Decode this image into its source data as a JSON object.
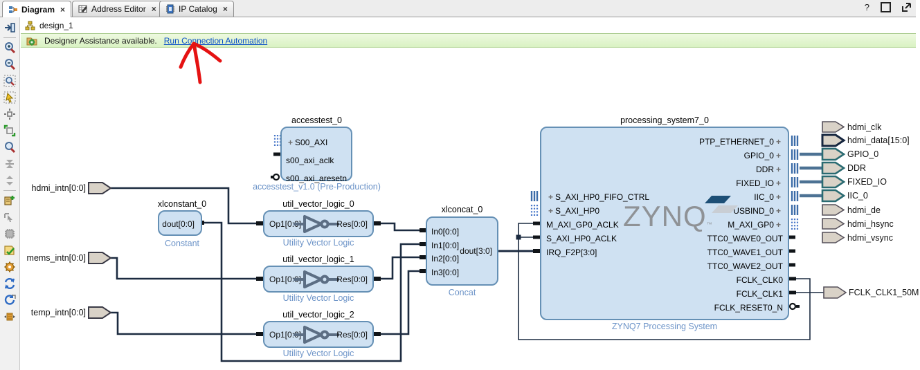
{
  "tabs": [
    {
      "label": "Diagram",
      "close": "×"
    },
    {
      "label": "Address Editor",
      "close": "×"
    },
    {
      "label": "IP Catalog",
      "close": "×"
    }
  ],
  "titlebar": {
    "help": "?"
  },
  "design": {
    "name": "design_1"
  },
  "banner": {
    "message": "Designer Assistance available.",
    "link_label": "Run Connection Automation"
  },
  "ui": {
    "expand_plus": "+"
  },
  "toolbar": {
    "icons": [
      "dock-pane",
      "zoom-in",
      "zoom-out",
      "zoom-to-selection",
      "select-area",
      "fit-view",
      "auto-fit-selection",
      "find",
      "collapse-hierarchy",
      "expand-hierarchy",
      "add-ip",
      "make-connection",
      "add-module",
      "validate-design",
      "settings",
      "refresh",
      "regenerate-layout",
      "expand-layout"
    ]
  },
  "blocks": {
    "accesstest": {
      "title": "accesstest_0",
      "ports": [
        {
          "label": "S00_AXI",
          "interface": true
        },
        {
          "label": "s00_axi_aclk"
        },
        {
          "label": "s00_axi_aresetn",
          "active_low": true
        }
      ],
      "caption": "accesstest_v1.0 (Pre-Production)"
    },
    "xlconstant": {
      "title": "xlconstant_0",
      "out_port": "dout[0:0]",
      "caption": "Constant"
    },
    "util_vector_logic": [
      {
        "title": "util_vector_logic_0",
        "in_port": "Op1[0:0]",
        "out_port": "Res[0:0]",
        "caption": "Utility Vector Logic"
      },
      {
        "title": "util_vector_logic_1",
        "in_port": "Op1[0:0]",
        "out_port": "Res[0:0]",
        "caption": "Utility Vector Logic"
      },
      {
        "title": "util_vector_logic_2",
        "in_port": "Op1[0:0]",
        "out_port": "Res[0:0]",
        "caption": "Utility Vector Logic"
      }
    ],
    "xlconcat": {
      "title": "xlconcat_0",
      "in_ports": [
        "In0[0:0]",
        "In1[0:0]",
        "In2[0:0]",
        "In3[0:0]"
      ],
      "out_port": "dout[3:0]",
      "caption": "Concat"
    },
    "zynq": {
      "title": "processing_system7_0",
      "logo": "ZYNQ",
      "logo_tm": "™",
      "left_ports": [
        {
          "label": "S_AXI_HP0_FIFO_CTRL",
          "interface": true
        },
        {
          "label": "S_AXI_HP0",
          "interface": true
        },
        {
          "label": "M_AXI_GP0_ACLK"
        },
        {
          "label": "S_AXI_HP0_ACLK"
        },
        {
          "label": "IRQ_F2P[3:0]"
        }
      ],
      "right_ports": [
        {
          "label": "PTP_ETHERNET_0",
          "interface": true
        },
        {
          "label": "GPIO_0",
          "interface": true
        },
        {
          "label": "DDR",
          "interface": true
        },
        {
          "label": "FIXED_IO",
          "interface": true
        },
        {
          "label": "IIC_0",
          "interface": true
        },
        {
          "label": "USBIND_0",
          "interface": true
        },
        {
          "label": "M_AXI_GP0",
          "interface": true
        },
        {
          "label": "TTC0_WAVE0_OUT"
        },
        {
          "label": "TTC0_WAVE1_OUT"
        },
        {
          "label": "TTC0_WAVE2_OUT"
        },
        {
          "label": "FCLK_CLK0"
        },
        {
          "label": "FCLK_CLK1"
        },
        {
          "label": "FCLK_RESET0_N",
          "active_low": true
        }
      ],
      "caption": "ZYNQ7 Processing System"
    }
  },
  "external_ports": {
    "left": [
      "hdmi_intn[0:0]",
      "mems_intn[0:0]",
      "temp_intn[0:0]"
    ],
    "right": [
      "hdmi_clk",
      "hdmi_data[15:0]",
      "GPIO_0",
      "DDR",
      "FIXED_IO",
      "IIC_0",
      "hdmi_de",
      "hdmi_hsync",
      "hdmi_vsync"
    ],
    "fclk": "FCLK_CLK1_50M"
  },
  "colors": {
    "block_fill": "#cfe1f2",
    "block_border": "#6590b5",
    "caption_text": "#6d94c8",
    "wire": "#1c2b40",
    "bus_wire": "#4d7294",
    "interface_mark": "#3c6ca8",
    "port_fill": "#d9d2c7",
    "iface_port_border": "#2a6b72",
    "banner_bg": "#ddf3c9",
    "link": "#0a50c8",
    "annotation_red": "#e51212",
    "logo_navy": "#1d4f76"
  }
}
